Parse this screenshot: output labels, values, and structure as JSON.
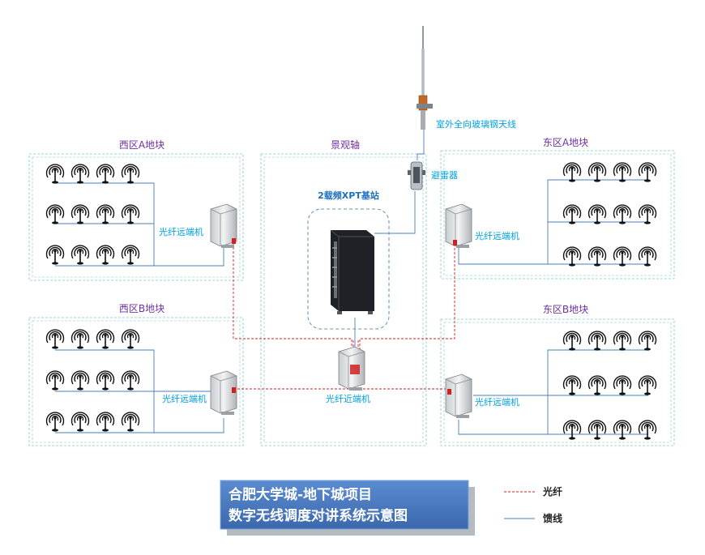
{
  "zones": {
    "west_a": "西区A地块",
    "west_b": "西区B地块",
    "center": "景观轴",
    "east_a": "东区A地块",
    "east_b": "东区B地块"
  },
  "devices": {
    "antenna": "室外全向玻璃钢天线",
    "arrester": "避雷器",
    "base_station": "2载频XPT基站",
    "near_end": "光纤近端机",
    "remote_west_a": "光纤远端机",
    "remote_west_b": "光纤远端机",
    "remote_east_a": "光纤远端机",
    "remote_east_b": "光纤远端机"
  },
  "title": {
    "line1": "合肥大学城-地下城项目",
    "line2": "数字无线调度对讲系统示意图"
  },
  "legend": {
    "fiber": "光纤",
    "feeder": "馈线"
  },
  "colors": {
    "zone_border": "#7fc8c8",
    "zone_label": "#7030a0",
    "device_label": "#00a0e0",
    "fiber": "#d02020",
    "feeder": "#4a7fb8",
    "title_bg": "#4f7fc0"
  },
  "icons": {
    "ceiling_antenna": "antenna-icon",
    "remote_unit": "remote-unit-icon",
    "cabinet": "cabinet-icon"
  }
}
